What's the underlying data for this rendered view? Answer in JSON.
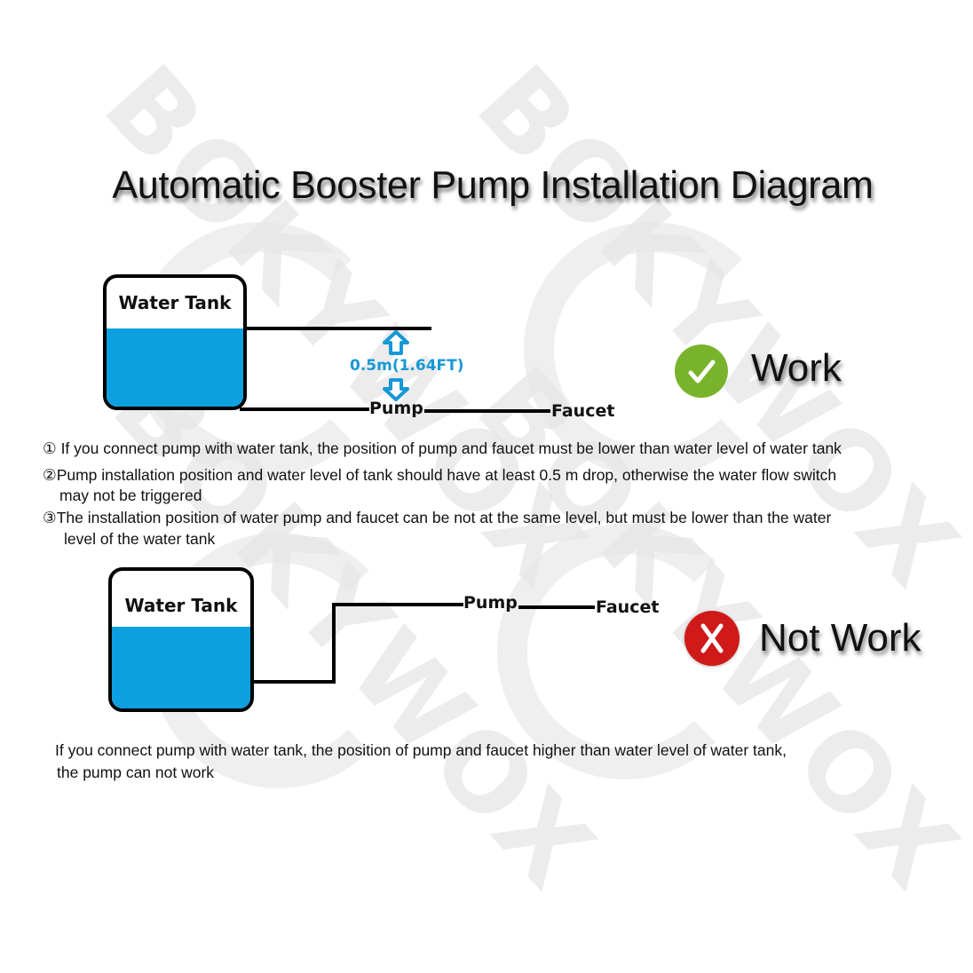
{
  "title": "Automatic Booster Pump Installation Diagram",
  "watermark": "BOKYWOX",
  "colors": {
    "water": "#0da0e0",
    "measure": "#1798d6",
    "ok": "#79b32b",
    "bad": "#d01a1a"
  },
  "diagram_work": {
    "tank_label": "Water Tank",
    "pump_label": "Pump",
    "faucet_label": "Faucet",
    "drop_label": "0.5m(1.64FT)",
    "status_icon": "check-icon",
    "status_label": "Work"
  },
  "notes_work": [
    {
      "marker": "①",
      "text": " If you connect pump with water tank, the position of pump and faucet must be lower than water level of water tank",
      "continuation": ""
    },
    {
      "marker": "②",
      "text": "Pump installation position and water level of tank should have at least 0.5 m drop, otherwise the water flow switch",
      "continuation": "may not be triggered"
    },
    {
      "marker": "③",
      "text": "The installation position of water pump and faucet can be not at the same level, but must be lower than the water",
      "continuation": "level of the water tank"
    }
  ],
  "diagram_not_work": {
    "tank_label": "Water Tank",
    "pump_label": "Pump",
    "faucet_label": "Faucet",
    "status_icon": "cross-icon",
    "status_label": "Not Work"
  },
  "notes_not_work": {
    "line1": "If you connect pump with water tank, the position of pump and faucet higher than water level of water tank,",
    "line2": "the pump can not work"
  }
}
